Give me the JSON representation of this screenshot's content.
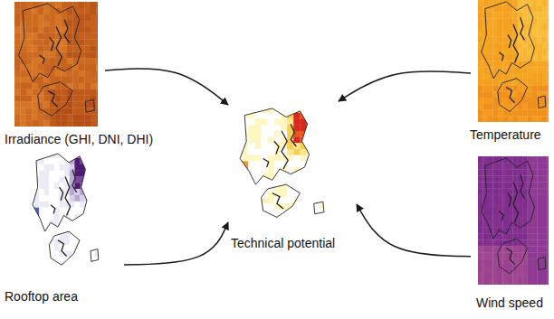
{
  "diagram": {
    "nodes": [
      {
        "text": [
          "Irradiance (GHI, DNI, DHI)"
        ]
      },
      {
        "text": [
          "Temperature"
        ]
      },
      {
        "text": [
          "Technical potential"
        ]
      },
      {
        "text": [
          "Rooftop area"
        ]
      },
      {
        "text": [
          "Wind speed"
        ]
      }
    ],
    "edges": [
      {
        "from": 0,
        "to": 2,
        "arrow": "to"
      },
      {
        "from": 1,
        "to": 2,
        "arrow": "to"
      },
      {
        "from": 3,
        "to": 2,
        "arrow": "to"
      },
      {
        "from": 4,
        "to": 2,
        "arrow": "to"
      }
    ]
  }
}
